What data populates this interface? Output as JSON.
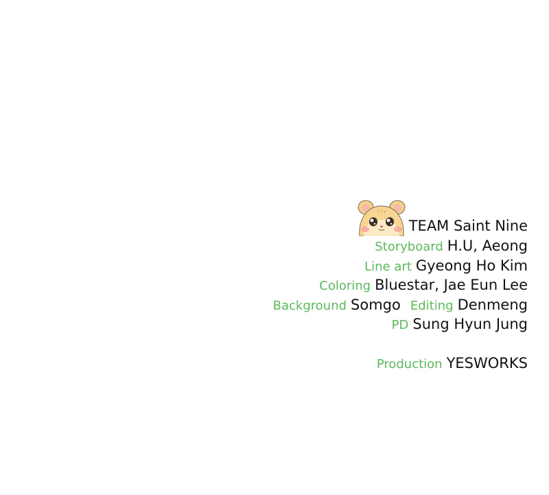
{
  "credits": {
    "team": "TEAM Saint Nine",
    "storyboard": {
      "role": "Storyboard",
      "name": "H.U, Aeong"
    },
    "line_art": {
      "role": "Line art",
      "name": "Gyeong Ho Kim"
    },
    "coloring": {
      "role": "Coloring",
      "name": "Bluestar, Jae Eun Lee"
    },
    "background": {
      "role": "Background",
      "name": "Somgo"
    },
    "editing": {
      "role": "Editing",
      "name": "Denmeng"
    },
    "pd": {
      "role": "PD",
      "name": "Sung Hyun Jung"
    },
    "production": {
      "role": "Production",
      "name": "YESWORKS"
    }
  },
  "mascot_icon": "hamster-icon",
  "colors": {
    "role_text": "#5cb85c",
    "name_text": "#111111",
    "background": "#ffffff"
  }
}
